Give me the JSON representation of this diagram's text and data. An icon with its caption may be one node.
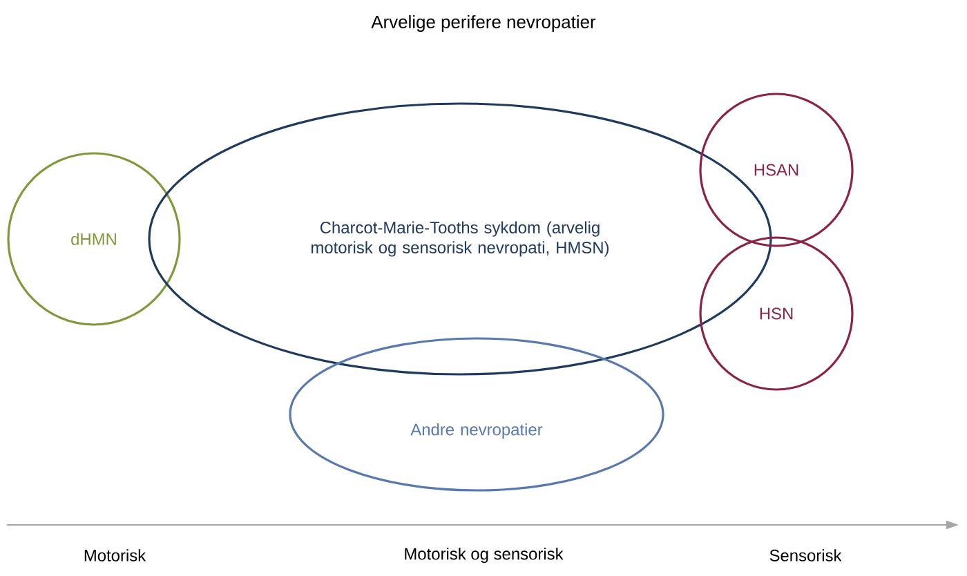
{
  "diagram": {
    "title": "Arvelige perifere nevropatier",
    "nodes": [
      {
        "text": [
          "dHMN"
        ]
      },
      {
        "text": [
          "Charcot-Marie-Tooths sykdom (arvelig motorisk og sensorisk nevropati, HMSN)"
        ]
      },
      {
        "text": [
          "HSAN"
        ]
      },
      {
        "text": [
          "HSN"
        ]
      },
      {
        "text": [
          "Andre nevropatier"
        ]
      }
    ],
    "labels": [
      "Motorisk",
      "Motorisk og sensorisk",
      "Sensorisk"
    ]
  }
}
